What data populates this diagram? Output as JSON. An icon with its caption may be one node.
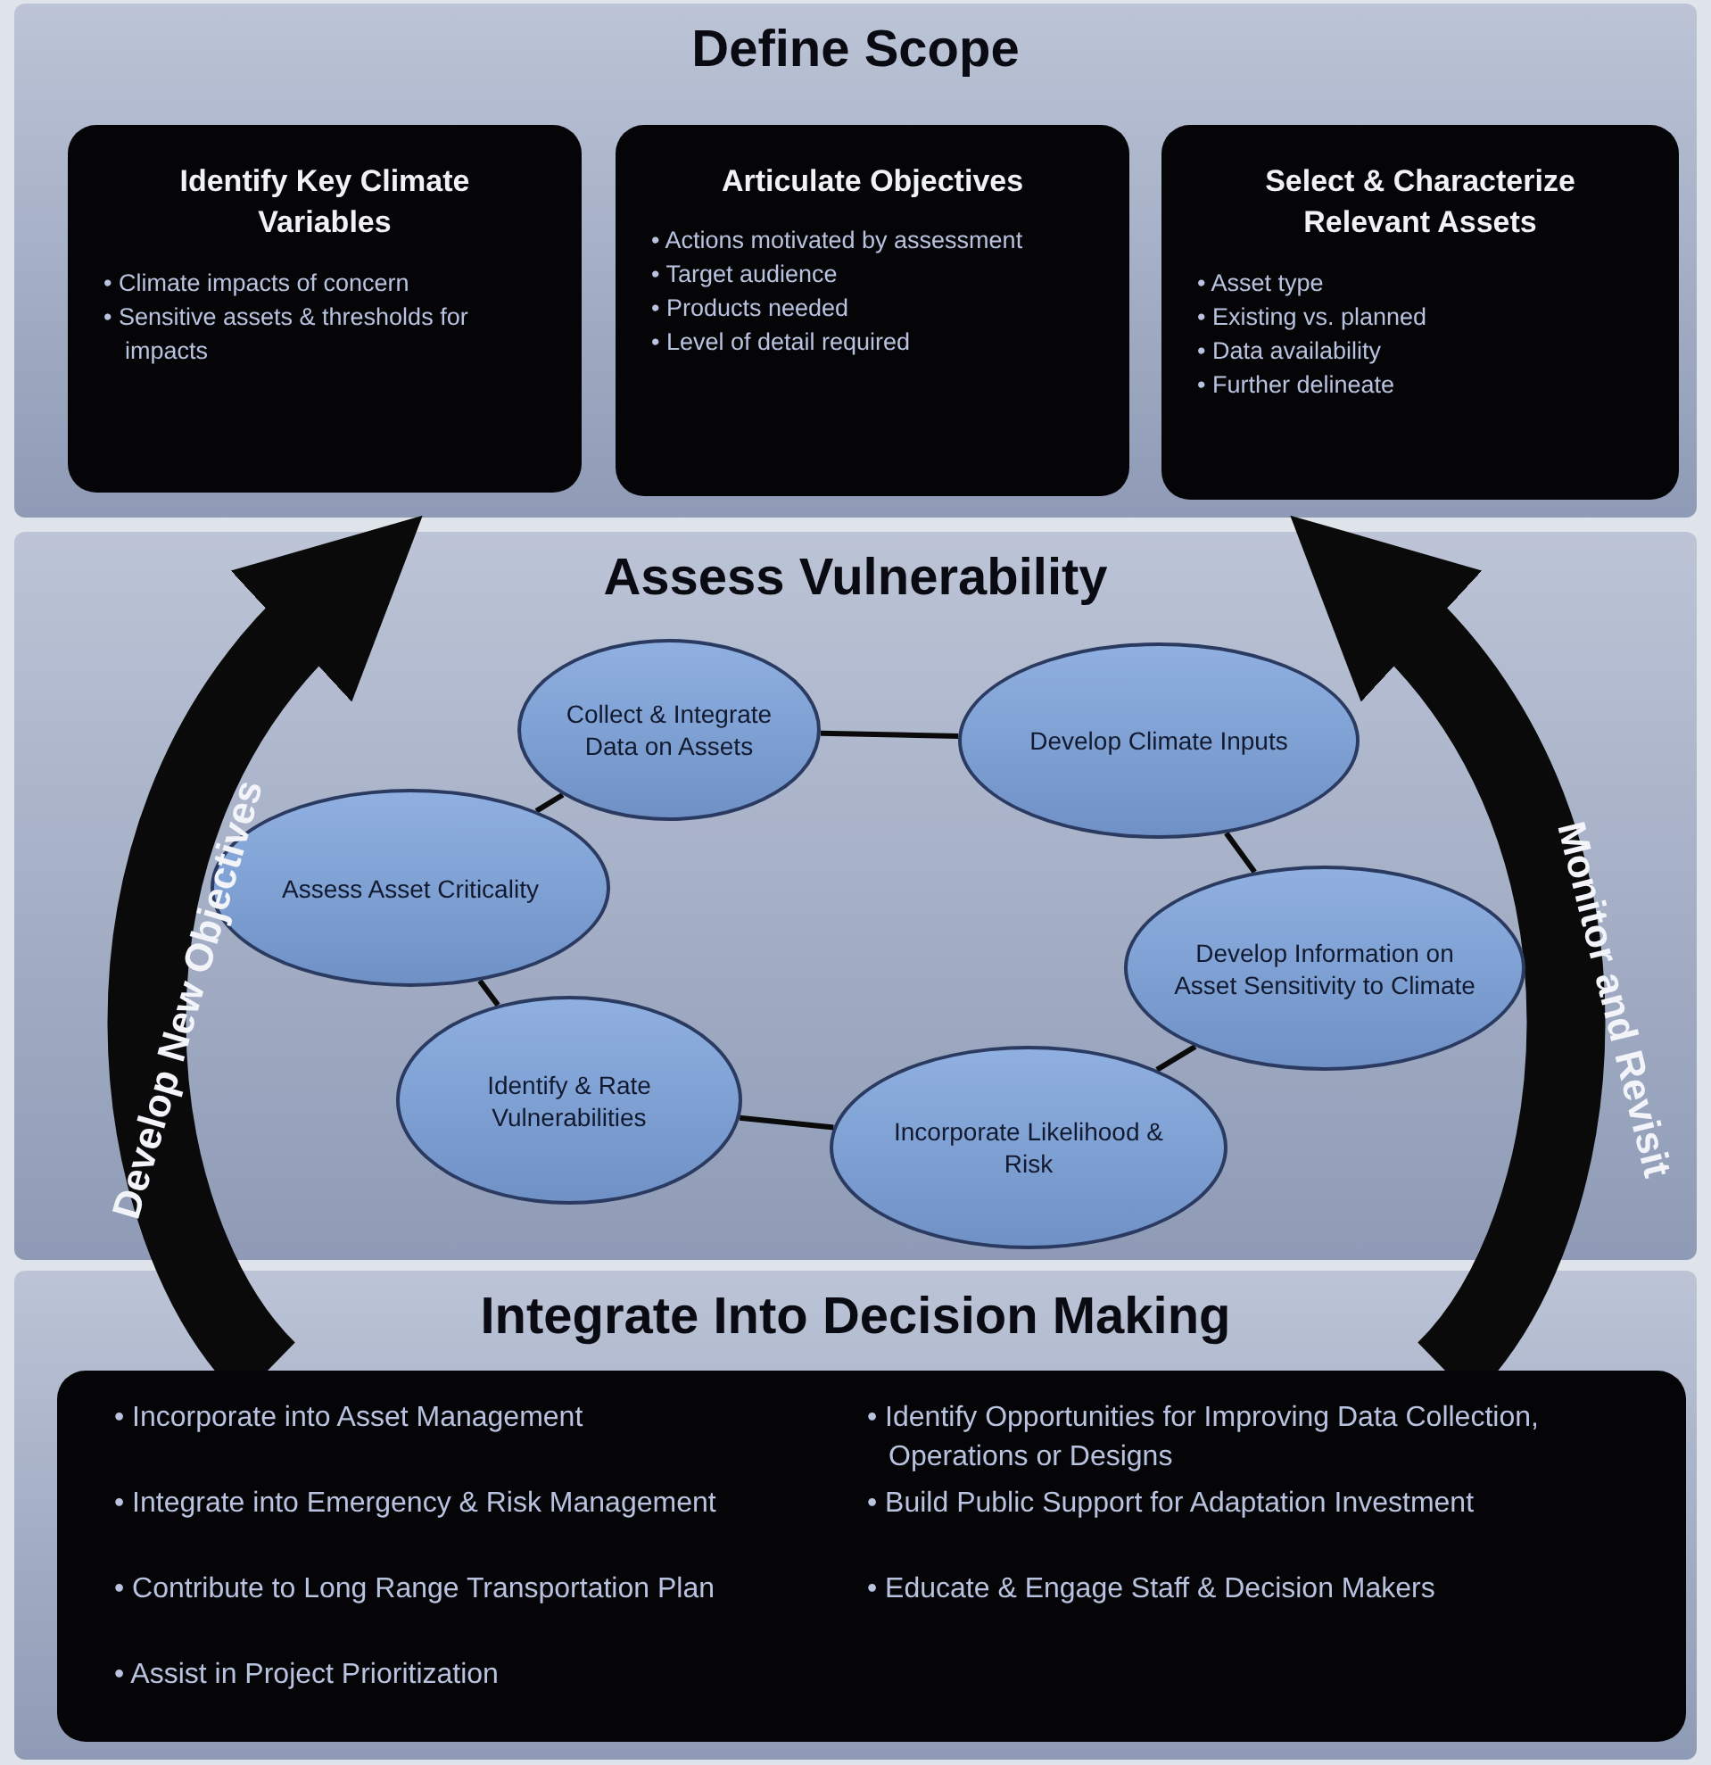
{
  "diagram": {
    "nodes": [
      {
        "text": [
          "Define Scope"
        ]
      },
      {
        "text": [
          "Identify Key Climate Variables",
          "• Climate impacts of concern",
          "• Sensitive assets & thresholds for impacts"
        ],
        "in": 0
      },
      {
        "text": [
          "Articulate Objectives",
          "• Actions motivated by assessment",
          "• Target audience",
          "• Products needed",
          "• Level of detail required"
        ],
        "in": 0
      },
      {
        "text": [
          "Select & Characterize Relevant Assets",
          "• Asset type",
          "• Existing vs. planned",
          "• Data availability",
          "• Further delineate"
        ],
        "in": 0
      },
      {
        "text": [
          "Assess Vulnerability"
        ]
      },
      {
        "text": [
          "Collect & Integrate Data on Assets"
        ],
        "in": 4
      },
      {
        "text": [
          "Develop Climate Inputs"
        ],
        "in": 4
      },
      {
        "text": [
          "Develop Information on Asset Sensitivity to Climate"
        ],
        "in": 4
      },
      {
        "text": [
          "Incorporate Likelihood & Risk"
        ],
        "in": 4
      },
      {
        "text": [
          "Identify & Rate Vulnerabilities"
        ],
        "in": 4
      },
      {
        "text": [
          "Assess Asset Criticality"
        ],
        "in": 4
      },
      {
        "text": [
          "Integrate Into Decision Making"
        ]
      },
      {
        "text": [
          "• Incorporate into Asset Management",
          "• Integrate into Emergency & Risk Management",
          "• Contribute to Long Range Transportation Plan",
          "• Assist in Project Prioritization",
          "• Identify Opportunities for Improving Data Collection, Operations or Designs",
          "• Build Public Support for Adaptation Investment",
          "• Educate & Engage Staff & Decision Makers"
        ],
        "in": 11
      }
    ],
    "edges": [
      {
        "from": 5,
        "to": 6,
        "arrow": "none"
      },
      {
        "from": 6,
        "to": 7,
        "arrow": "none"
      },
      {
        "from": 7,
        "to": 8,
        "arrow": "none"
      },
      {
        "from": 8,
        "to": 9,
        "arrow": "none"
      },
      {
        "from": 9,
        "to": 10,
        "arrow": "none"
      },
      {
        "from": 10,
        "to": 5,
        "arrow": "none"
      },
      {
        "from": 12,
        "to": 0,
        "arrow": "to",
        "style": "thick",
        "label": "Develop New Objectives"
      },
      {
        "from": 12,
        "to": 0,
        "arrow": "to",
        "style": "thick",
        "label": "Monitor and Revisit"
      }
    ]
  }
}
